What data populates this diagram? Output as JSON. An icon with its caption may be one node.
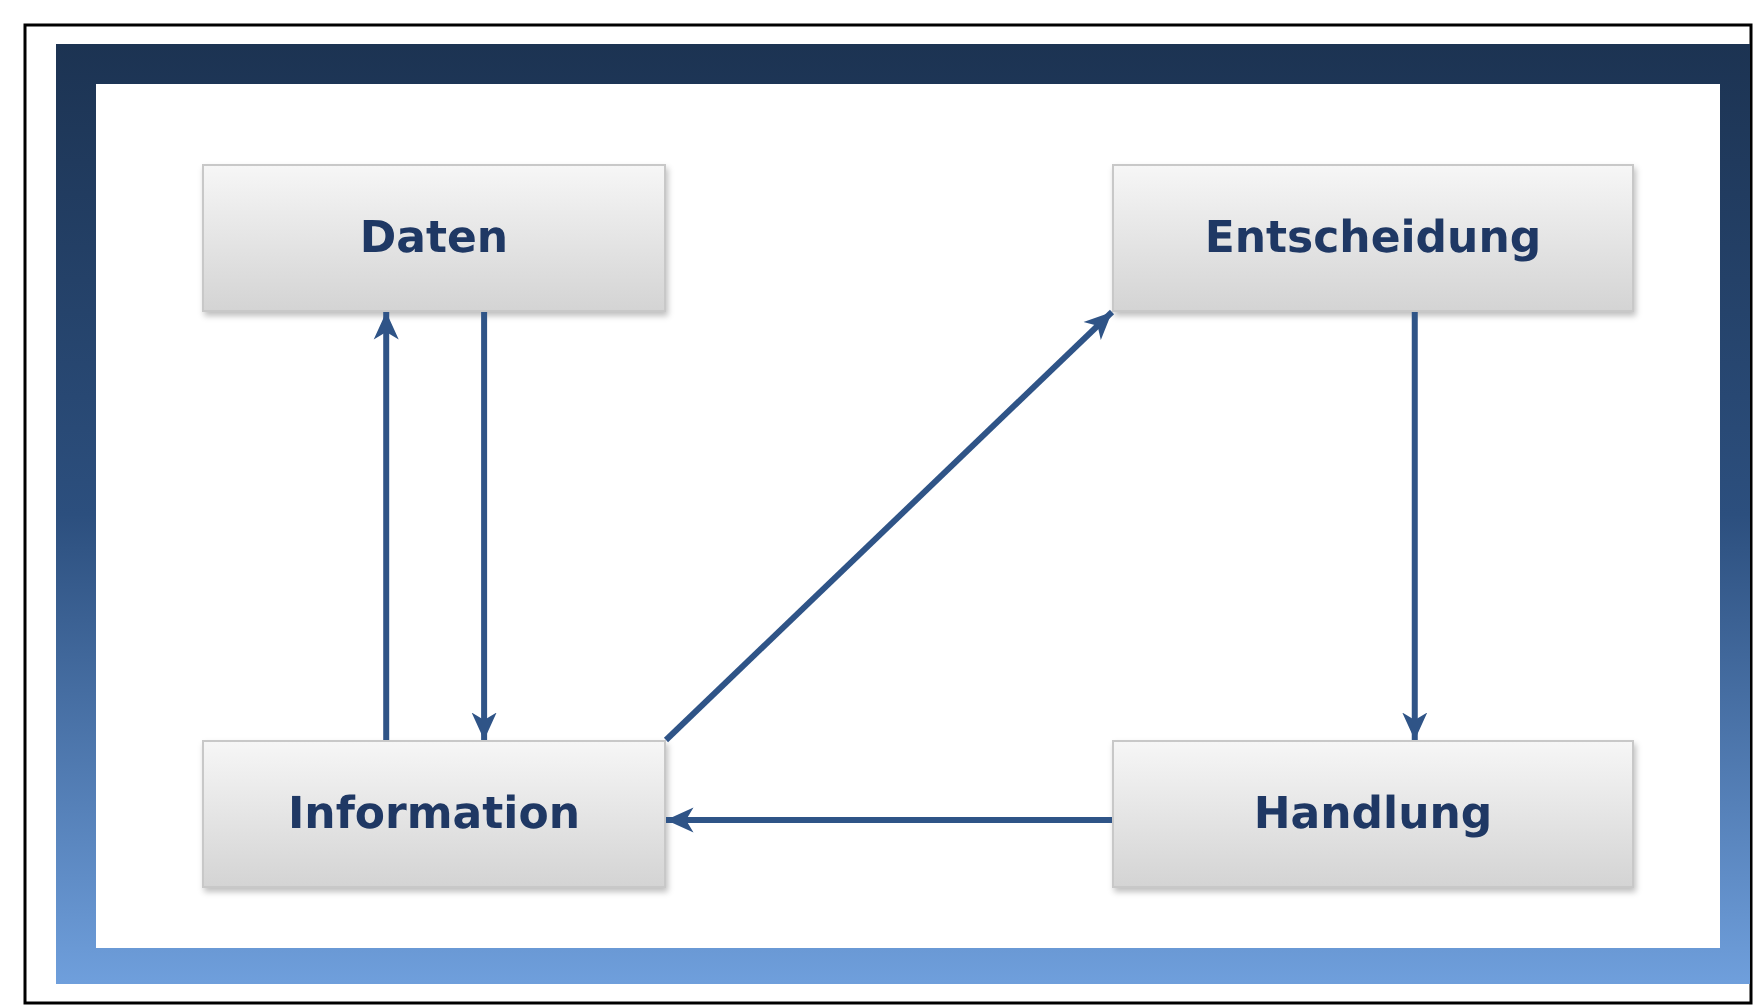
{
  "diagram": {
    "nodes": [
      {
        "text": [
          "Daten"
        ]
      },
      {
        "text": [
          "Entscheidung"
        ]
      },
      {
        "text": [
          "Information"
        ]
      },
      {
        "text": [
          "Handlung"
        ]
      }
    ],
    "edges": [
      {
        "from": 2,
        "to": 0,
        "arrow": "to"
      },
      {
        "from": 0,
        "to": 2,
        "arrow": "to"
      },
      {
        "from": 2,
        "to": 1,
        "arrow": "to"
      },
      {
        "from": 1,
        "to": 3,
        "arrow": "to"
      },
      {
        "from": 3,
        "to": 2,
        "arrow": "to"
      }
    ]
  }
}
